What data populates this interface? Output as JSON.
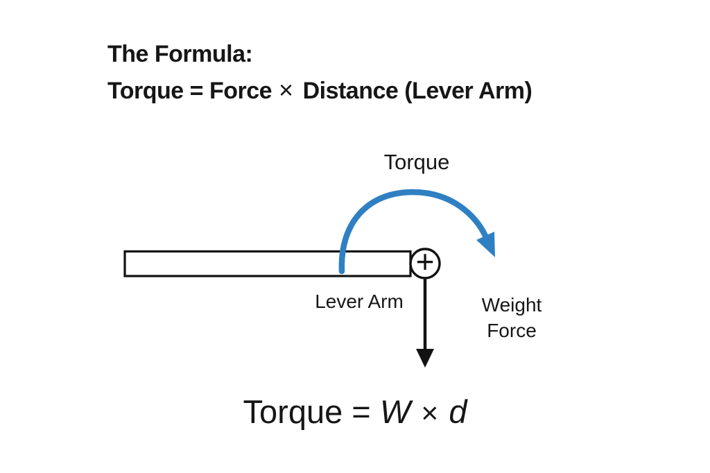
{
  "canvas": {
    "bg": "#ffffff",
    "text_color": "#161616",
    "stroke_color": "#121212",
    "accent_blue": "#2f80c3"
  },
  "header": {
    "line1": "The Formula:",
    "formula_left": "Torque = Force",
    "times": "×",
    "formula_right": "Distance (Lever Arm)"
  },
  "diagram": {
    "torque_label": "Torque",
    "lever_arm_label": "Lever Arm",
    "weight_force_line1": "Weight",
    "weight_force_line2": "Force",
    "pivot_symbol": "+"
  },
  "bottom_formula": {
    "prefix": "Torque = ",
    "w": "W",
    "times": "×",
    "d": "d"
  }
}
